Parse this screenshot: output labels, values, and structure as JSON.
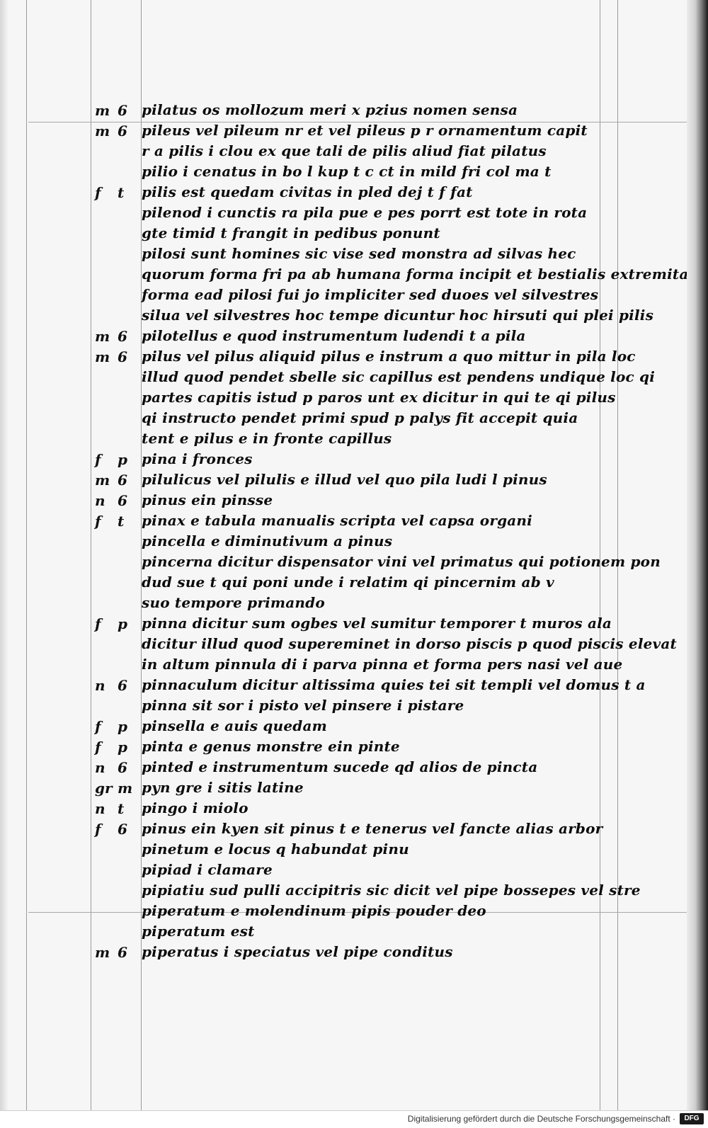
{
  "footer": {
    "credit": "Digitalisierung gefördert durch die Deutsche Forschungsgemeinschaft ·",
    "logo_label": "DFG"
  },
  "entries": [
    {
      "m1": "m",
      "m2": "6",
      "text": "pilatus os mollozum meri  x pzius nomen sensa"
    },
    {
      "m1": "m",
      "m2": "6",
      "text": "pileus vel pileum nr et vel pileus p r ornamentum capit"
    },
    {
      "m1": "",
      "m2": "",
      "text": "r a pilis i clou ex que tali de pilis aliud fiat pilatus"
    },
    {
      "m1": "",
      "m2": "",
      "text": "pilio i cenatus in bo  l kup t c ct in mild fri col ma t"
    },
    {
      "m1": "f",
      "m2": "t",
      "text": "pilis est quedam civitas                    in pled dej t f fat"
    },
    {
      "m1": "",
      "m2": "",
      "text": "pilenod i cunctis ra pila pue e pes porrt est tote in rota"
    },
    {
      "m1": "",
      "m2": "",
      "text": "gte timid t frangit  in pedibus ponunt"
    },
    {
      "m1": "",
      "m2": "",
      "text": "pilosi sunt homines sic vise  sed monstra ad silvas hec"
    },
    {
      "m1": "",
      "m2": "",
      "text": "quorum forma fri pa ab humana forma incipit et bestialis extremitate"
    },
    {
      "m1": "",
      "m2": "",
      "text": "forma ead pilosi fui jo impliciter sed duoes vel silvestres"
    },
    {
      "m1": "",
      "m2": "",
      "text": "silua vel silvestres hoc tempe dicuntur hoc hirsuti qui plei pilis"
    },
    {
      "m1": "m",
      "m2": "6",
      "text": "pilotellus e quod instrumentum ludendi t a pila"
    },
    {
      "m1": "m",
      "m2": "6",
      "text": "pilus vel pilus aliquid pilus e instrum a quo mittur in pila loc"
    },
    {
      "m1": "",
      "m2": "",
      "text": "illud quod pendet sbelle sic capillus est pendens undique loc qi"
    },
    {
      "m1": "",
      "m2": "",
      "text": "partes capitis istud p paros unt ex dicitur in qui te qi pilus"
    },
    {
      "m1": "",
      "m2": "",
      "text": "qi instructo pendet primi spud p palys fit accepit quia"
    },
    {
      "m1": "",
      "m2": "",
      "text": "tent e pilus  e in fronte capillus"
    },
    {
      "m1": "f",
      "m2": "p",
      "text": "pina i fronces"
    },
    {
      "m1": "m",
      "m2": "6",
      "text": "pilulicus vel pilulis e illud vel quo pila ludi l pinus"
    },
    {
      "m1": "n",
      "m2": "6",
      "text": "pinus ein pinsse"
    },
    {
      "m1": "f",
      "m2": "t",
      "text": "pinax e tabula manualis scripta vel capsa organi"
    },
    {
      "m1": "",
      "m2": "",
      "text": "pincella e diminutivum a pinus"
    },
    {
      "m1": "",
      "m2": "",
      "text": "pincerna dicitur dispensator vini vel primatus qui potionem pon"
    },
    {
      "m1": "",
      "m2": "",
      "text": "dud sue t qui poni unde i relatim qi pincernim ab v"
    },
    {
      "m1": "",
      "m2": "",
      "text": "suo tempore primando"
    },
    {
      "m1": "f",
      "m2": "p",
      "text": "pinna dicitur sum ogbes vel sumitur temporer t muros ala"
    },
    {
      "m1": "",
      "m2": "",
      "text": "dicitur illud quod supereminet in dorso piscis p quod piscis elevat"
    },
    {
      "m1": "",
      "m2": "",
      "text": "in altum pinnula di i parva pinna et forma pers nasi vel aue"
    },
    {
      "m1": "n",
      "m2": "6",
      "text": "pinnaculum dicitur altissima quies tei sit templi vel domus t a"
    },
    {
      "m1": "",
      "m2": "",
      "text": "pinna sit sor i pisto vel pinsere i pistare"
    },
    {
      "m1": "f",
      "m2": "p",
      "text": "pinsella e auis quedam"
    },
    {
      "m1": "f",
      "m2": "p",
      "text": "pinta e genus monstre ein pinte"
    },
    {
      "m1": "n",
      "m2": "6",
      "text": "pinted e instrumentum sucede qd alios de pincta"
    },
    {
      "m1": "gr",
      "m2": "m",
      "text": "pyn gre i sitis latine"
    },
    {
      "m1": "n",
      "m2": "t",
      "text": "pingo i miolo"
    },
    {
      "m1": "f",
      "m2": "6",
      "text": "pinus ein kyen sit pinus t e tenerus vel fancte alias arbor"
    },
    {
      "m1": "",
      "m2": "",
      "text": "pinetum e locus q habundat pinu"
    },
    {
      "m1": "",
      "m2": "",
      "text": "pipiad i clamare"
    },
    {
      "m1": "",
      "m2": "",
      "text": "pipiatiu sud pulli accipitris sic dicit vel pipe bossepes vel stre"
    },
    {
      "m1": "",
      "m2": "",
      "text": "piperatum e molendinum pipis                        pouder deo"
    },
    {
      "m1": "",
      "m2": "",
      "text": "piperatum est"
    },
    {
      "m1": "m",
      "m2": "6",
      "text": "piperatus i speciatus vel pipe conditus"
    }
  ]
}
